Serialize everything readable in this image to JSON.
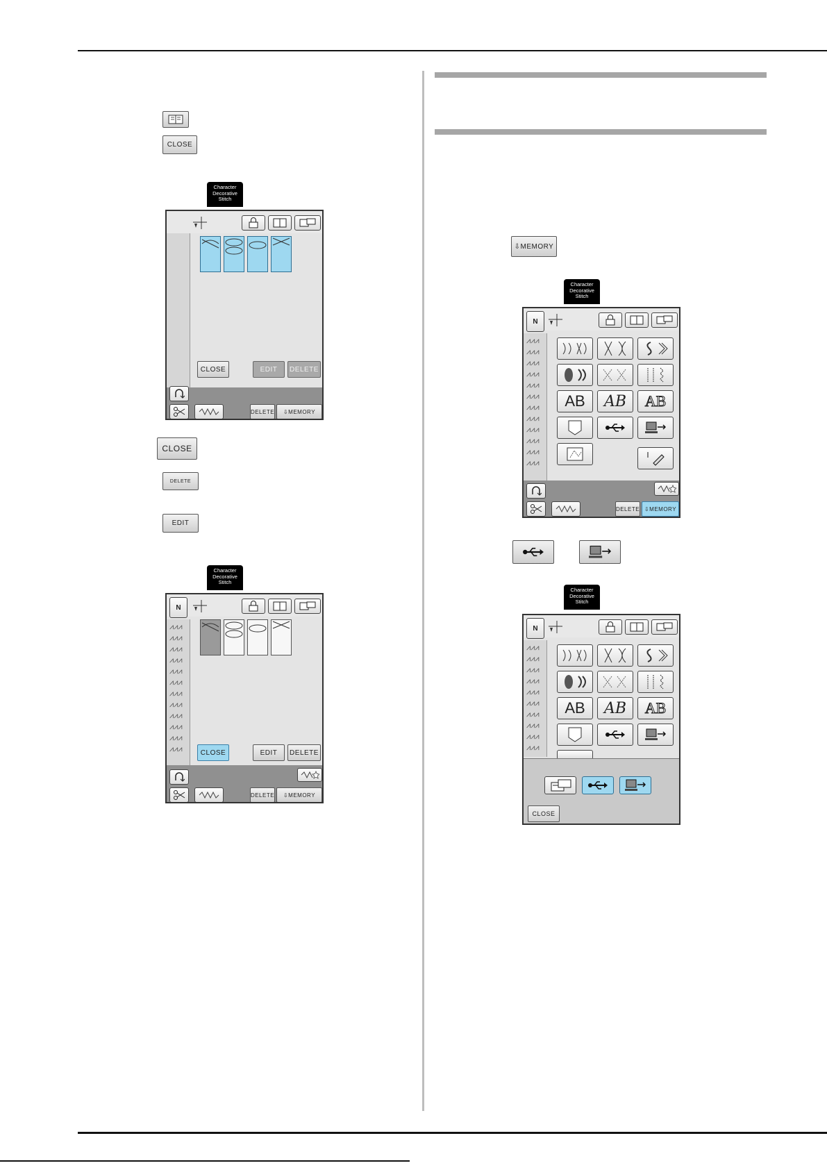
{
  "buttons": {
    "close_label": "CLOSE",
    "delete_label": "DELETE",
    "edit_label": "EDIT",
    "memory_label": "MEMORY"
  },
  "tab": {
    "line1": "Character",
    "line2": "Decorative",
    "line3": "Stitch"
  },
  "keys": {
    "foot_letter": "N",
    "ab_plain": "AB",
    "ab_script": "AB",
    "ab_outline": "AB"
  },
  "colors": {
    "selected": "#9ed8f0",
    "rule": "#111111",
    "heading_bar": "#a6a6a6"
  },
  "icons": [
    "book-icon",
    "lock-icon",
    "usb-icon",
    "computer-usb-icon",
    "scissors-icon",
    "reverse-icon",
    "memory-icon",
    "pocket-icon",
    "pen-icon"
  ]
}
